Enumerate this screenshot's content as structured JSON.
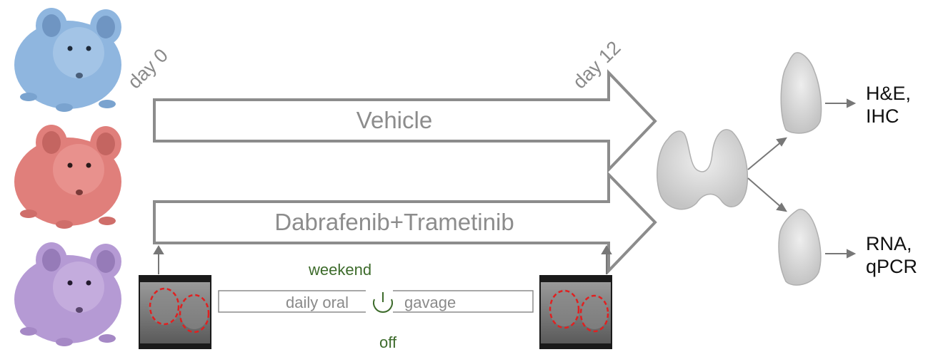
{
  "timeline": {
    "start_label": "day 0",
    "end_label": "day 12"
  },
  "groups": [
    {
      "name": "Vehicle"
    },
    {
      "name": "Dabrafenib+Trametinib"
    }
  ],
  "regimen": {
    "left_text": "daily oral",
    "right_text": "gavage",
    "weekend_top": "weekend",
    "weekend_bottom": "off"
  },
  "outputs": [
    {
      "line1": "H&E,",
      "line2": "IHC"
    },
    {
      "line1": "RNA,",
      "line2": "qPCR"
    }
  ],
  "colors": {
    "mouse_blue": "#8fb6df",
    "mouse_red": "#e07f7b",
    "mouse_purple": "#b59ad4",
    "arrow_stroke": "#8c8c8c",
    "green_text": "#3d6b2b",
    "tumor_outline": "#e02020",
    "thyroid": "#d9d9d9"
  }
}
